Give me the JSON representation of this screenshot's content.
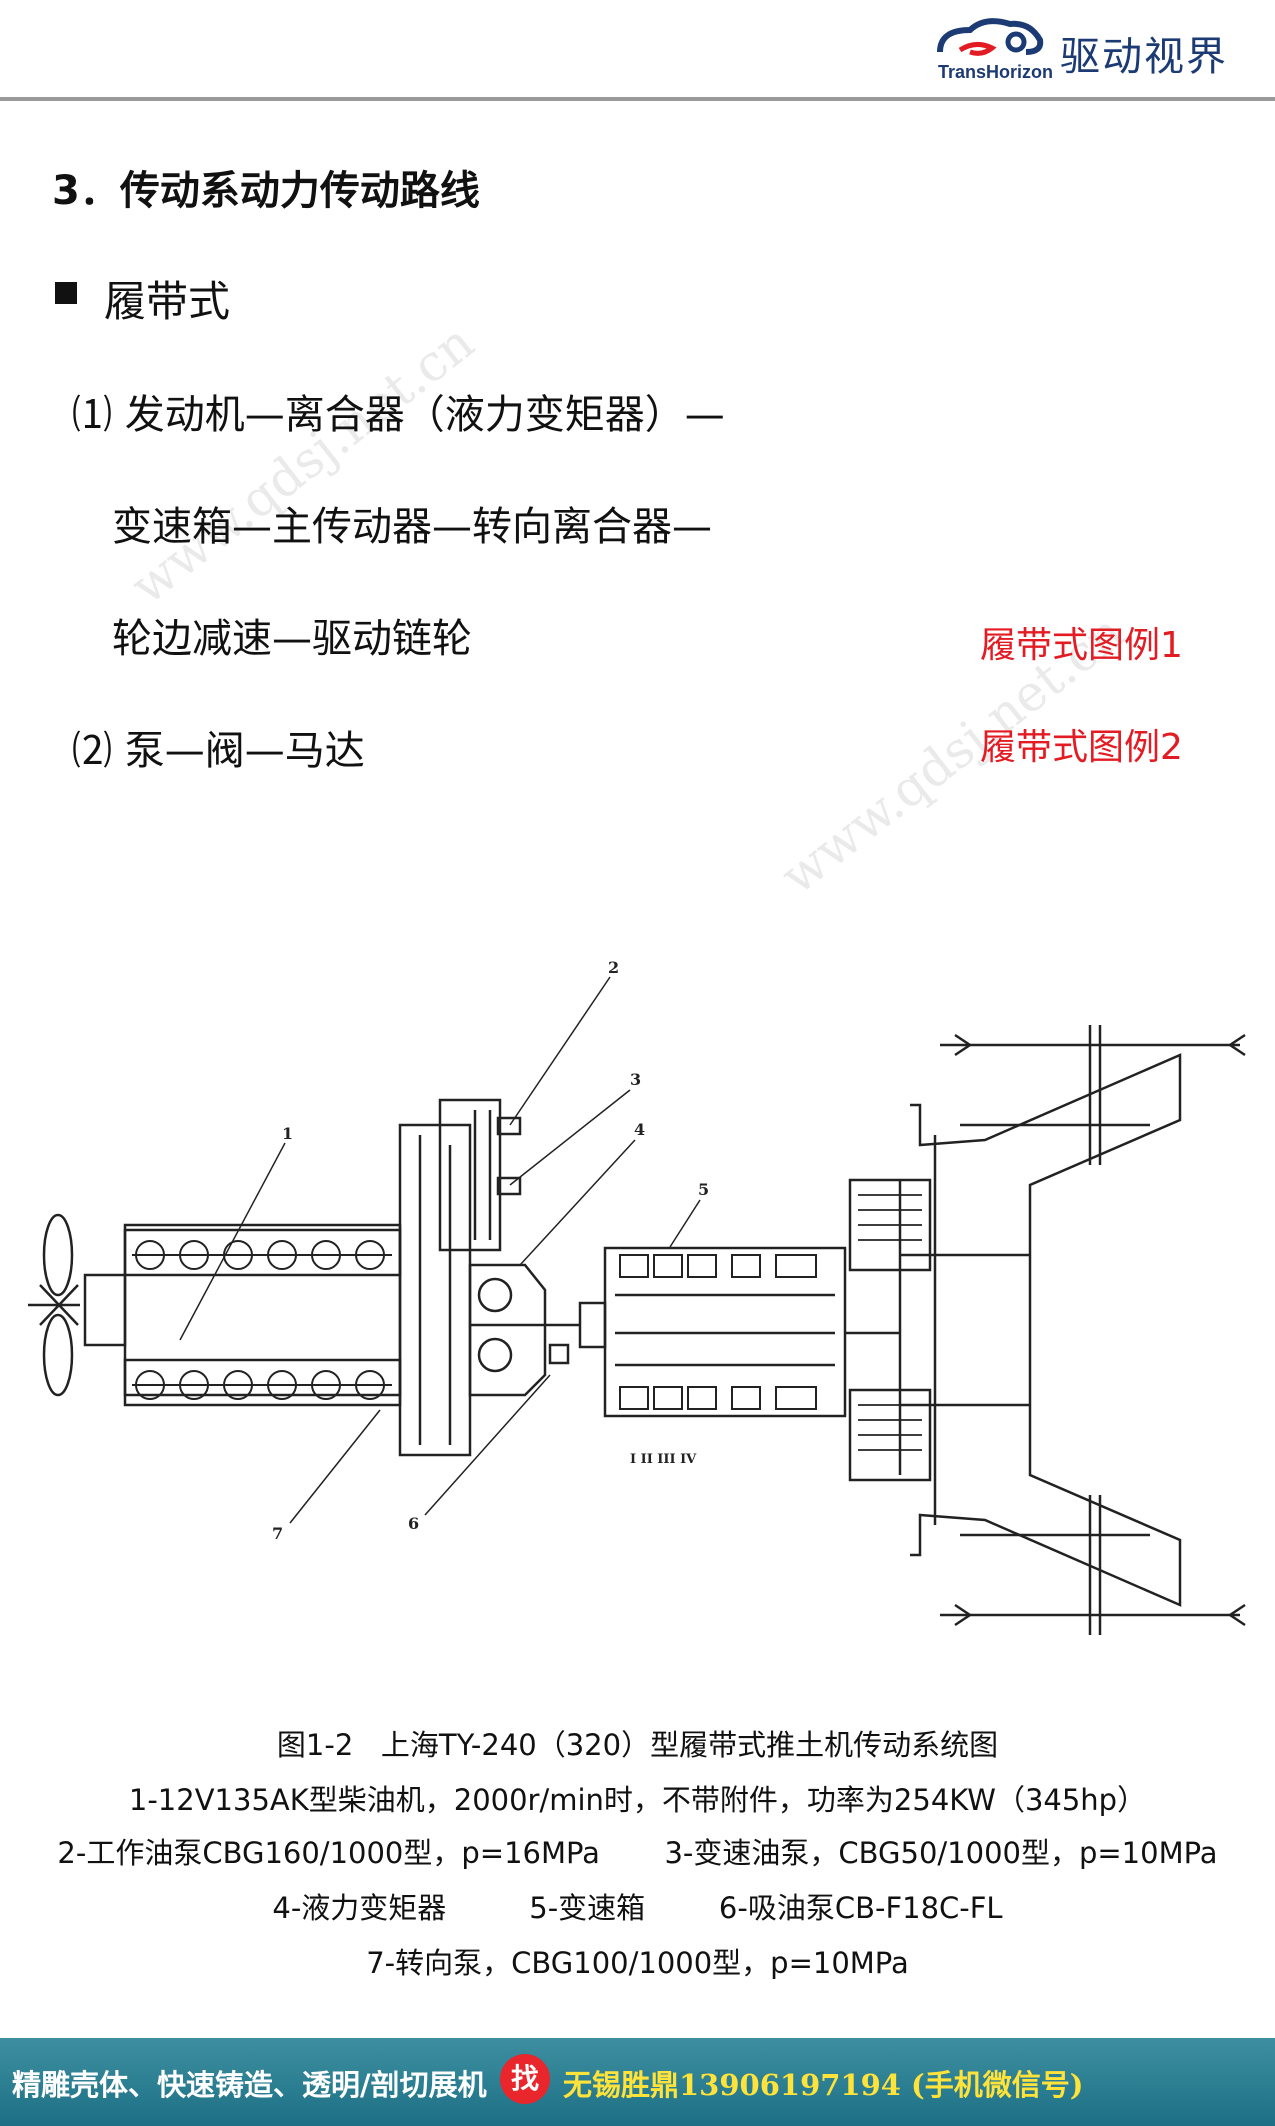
{
  "brand": {
    "name_cn": "驱动视界",
    "name_en": "TransHorizon"
  },
  "section_title": "3．传动系动力传动路线",
  "bullet": "履带式",
  "route1_line1": "⑴ 发动机—离合器（液力变矩器）—",
  "route1_line2": "变速箱—主传动器—转向离合器—",
  "route1_line3": "轮边减速—驱动链轮",
  "route2": "⑵ 泵—阀—马达",
  "links": {
    "example1": "履带式图例1",
    "example2": "履带式图例2"
  },
  "watermark": "www.qdsj.net.cn",
  "diagram_labels": {
    "l1": "1",
    "l2": "2",
    "l3": "3",
    "l4": "4",
    "l5": "5",
    "l6": "6",
    "l7": "7",
    "gears": "I   II   III   IV"
  },
  "caption": {
    "title": "图1-2   上海TY-240（320）型履带式推土机传动系统图",
    "line1": "1-12V135AK型柴油机，2000r/min时，不带附件，功率为254KW（345hp）",
    "line2": "2-工作油泵CBG160/1000型，p=16MPa       3-变速油泵，CBG50/1000型，p=10MPa",
    "line3": "4-液力变矩器         5-变速箱        6-吸油泵CB-F18C-FL",
    "line4": "7-转向泵，CBG100/1000型，p=10MPa"
  },
  "footer": {
    "text": "精雕壳体、快速铸造、透明/剖切展机",
    "badge": "找",
    "contact": "无锡胜鼎13906197194 (手机微信号)"
  },
  "colors": {
    "accent_red": "#e31b23",
    "footer_teal": "#2a7f93",
    "footer_yellow": "#ffe23a",
    "brand_blue": "#1c3b74"
  }
}
